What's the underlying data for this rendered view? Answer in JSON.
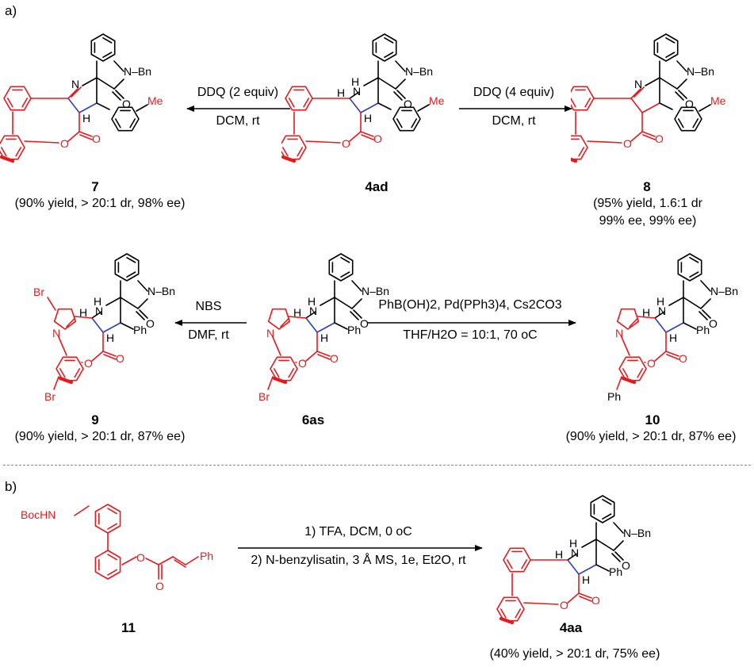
{
  "section_a": {
    "label": "a)",
    "row1": {
      "left_product": {
        "id": "7",
        "yield_lines": [
          "(90% yield, > 20:1 dr, 98% ee)"
        ]
      },
      "left_conditions": {
        "line1": "DDQ (2 equiv)",
        "line2": "DCM, rt"
      },
      "start": {
        "id": "4ad"
      },
      "right_conditions": {
        "line1": "DDQ (4 equiv)",
        "line2": "DCM, rt"
      },
      "right_product": {
        "id": "8",
        "yield_lines": [
          "(95% yield, 1.6:1 dr",
          "99% ee, 99% ee)"
        ]
      }
    },
    "row2": {
      "left_product": {
        "id": "9",
        "yield_lines": [
          "(90% yield, > 20:1 dr, 87% ee)"
        ]
      },
      "left_conditions": {
        "line1": "NBS",
        "line2": "DMF, rt"
      },
      "start": {
        "id": "6as"
      },
      "right_conditions": {
        "line1": "PhB(OH)2, Pd(PPh3)4, Cs2CO3",
        "line2": "THF/H2O = 10:1, 70 oC"
      },
      "right_product": {
        "id": "10",
        "yield_lines": [
          "(90% yield, > 20:1 dr, 87% ee)"
        ]
      }
    }
  },
  "section_b": {
    "label": "b)",
    "start": {
      "id": "11"
    },
    "conditions": {
      "line1": "1) TFA, DCM, 0 oC",
      "line2": "2) N-benzylisatin, 3 Å MS, 1e, Et2O, rt"
    },
    "product": {
      "id": "4aa",
      "yield_lines": [
        "(40% yield, > 20:1 dr, 75% ee)"
      ]
    }
  },
  "atom_labels": {
    "n_bn": "N–Bn",
    "o": "O",
    "n": "N",
    "nh": "N",
    "h": "H",
    "me": "Me",
    "ph": "Ph",
    "br": "Br",
    "boc_hn": "BocHN"
  },
  "colors": {
    "highlight_red": "#e8191c",
    "bond_blue": "#2b3fc8",
    "divider": "#888888"
  }
}
